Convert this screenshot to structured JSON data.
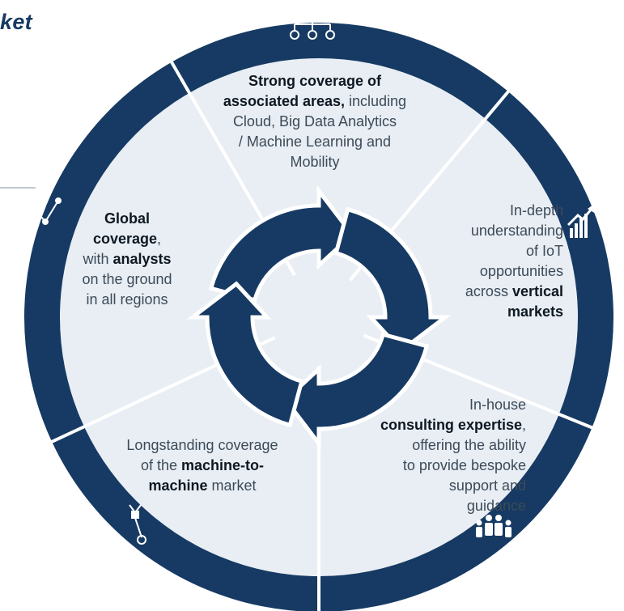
{
  "title_fragment": "ket",
  "segments": {
    "top": {
      "icon": "network-hierarchy-icon",
      "lines": [
        {
          "parts": [
            {
              "b": "Strong coverage of"
            }
          ]
        },
        {
          "parts": [
            {
              "b": "associated areas,"
            },
            {
              "t": " including"
            }
          ]
        },
        {
          "parts": [
            {
              "t": "Cloud, Big Data Analytics"
            }
          ]
        },
        {
          "parts": [
            {
              "t": "/ Machine Learning and"
            }
          ]
        },
        {
          "parts": [
            {
              "t": "Mobility"
            }
          ]
        }
      ]
    },
    "right": {
      "icon": "growth-chart-icon",
      "lines": [
        {
          "parts": [
            {
              "t": "In-depth"
            }
          ]
        },
        {
          "parts": [
            {
              "t": "understanding"
            }
          ]
        },
        {
          "parts": [
            {
              "t": "of IoT"
            }
          ]
        },
        {
          "parts": [
            {
              "t": "opportunities"
            }
          ]
        },
        {
          "parts": [
            {
              "t": "across "
            },
            {
              "b": "vertical"
            }
          ]
        },
        {
          "parts": [
            {
              "b": "markets"
            }
          ]
        }
      ]
    },
    "bottom_right": {
      "icon": "team-people-icon",
      "lines": [
        {
          "parts": [
            {
              "t": "In-house"
            }
          ]
        },
        {
          "parts": [
            {
              "b": "consulting expertise"
            },
            {
              "t": ","
            }
          ]
        },
        {
          "parts": [
            {
              "t": "offering the ability"
            }
          ]
        },
        {
          "parts": [
            {
              "t": "to provide bespoke"
            }
          ]
        },
        {
          "parts": [
            {
              "t": "support and"
            }
          ]
        },
        {
          "parts": [
            {
              "t": "guidance"
            }
          ]
        }
      ]
    },
    "bottom_left": {
      "icon": "robot-arm-icon",
      "lines": [
        {
          "parts": [
            {
              "t": "Longstanding coverage"
            }
          ]
        },
        {
          "parts": [
            {
              "t": "of the "
            },
            {
              "b": "machine-to-"
            }
          ]
        },
        {
          "parts": [
            {
              "b": "machine"
            },
            {
              "t": " market"
            }
          ]
        }
      ]
    },
    "left": {
      "icon": "globe-route-icon",
      "lines": [
        {
          "parts": [
            {
              "b": "Global"
            }
          ]
        },
        {
          "parts": [
            {
              "b": "coverage"
            },
            {
              "t": ","
            }
          ]
        },
        {
          "parts": [
            {
              "t": "with "
            },
            {
              "b": "analysts"
            }
          ]
        },
        {
          "parts": [
            {
              "t": "on the ground"
            }
          ]
        },
        {
          "parts": [
            {
              "t": "in all regions"
            }
          ]
        }
      ]
    }
  },
  "colors": {
    "ring": "#163a63",
    "inner_fill": "#e9eef4",
    "divider": "#ffffff",
    "arrow": "#163a63",
    "bold_text": "#0e1822",
    "body_text": "#3c4a58",
    "accent_line": "#9aa8b8"
  }
}
